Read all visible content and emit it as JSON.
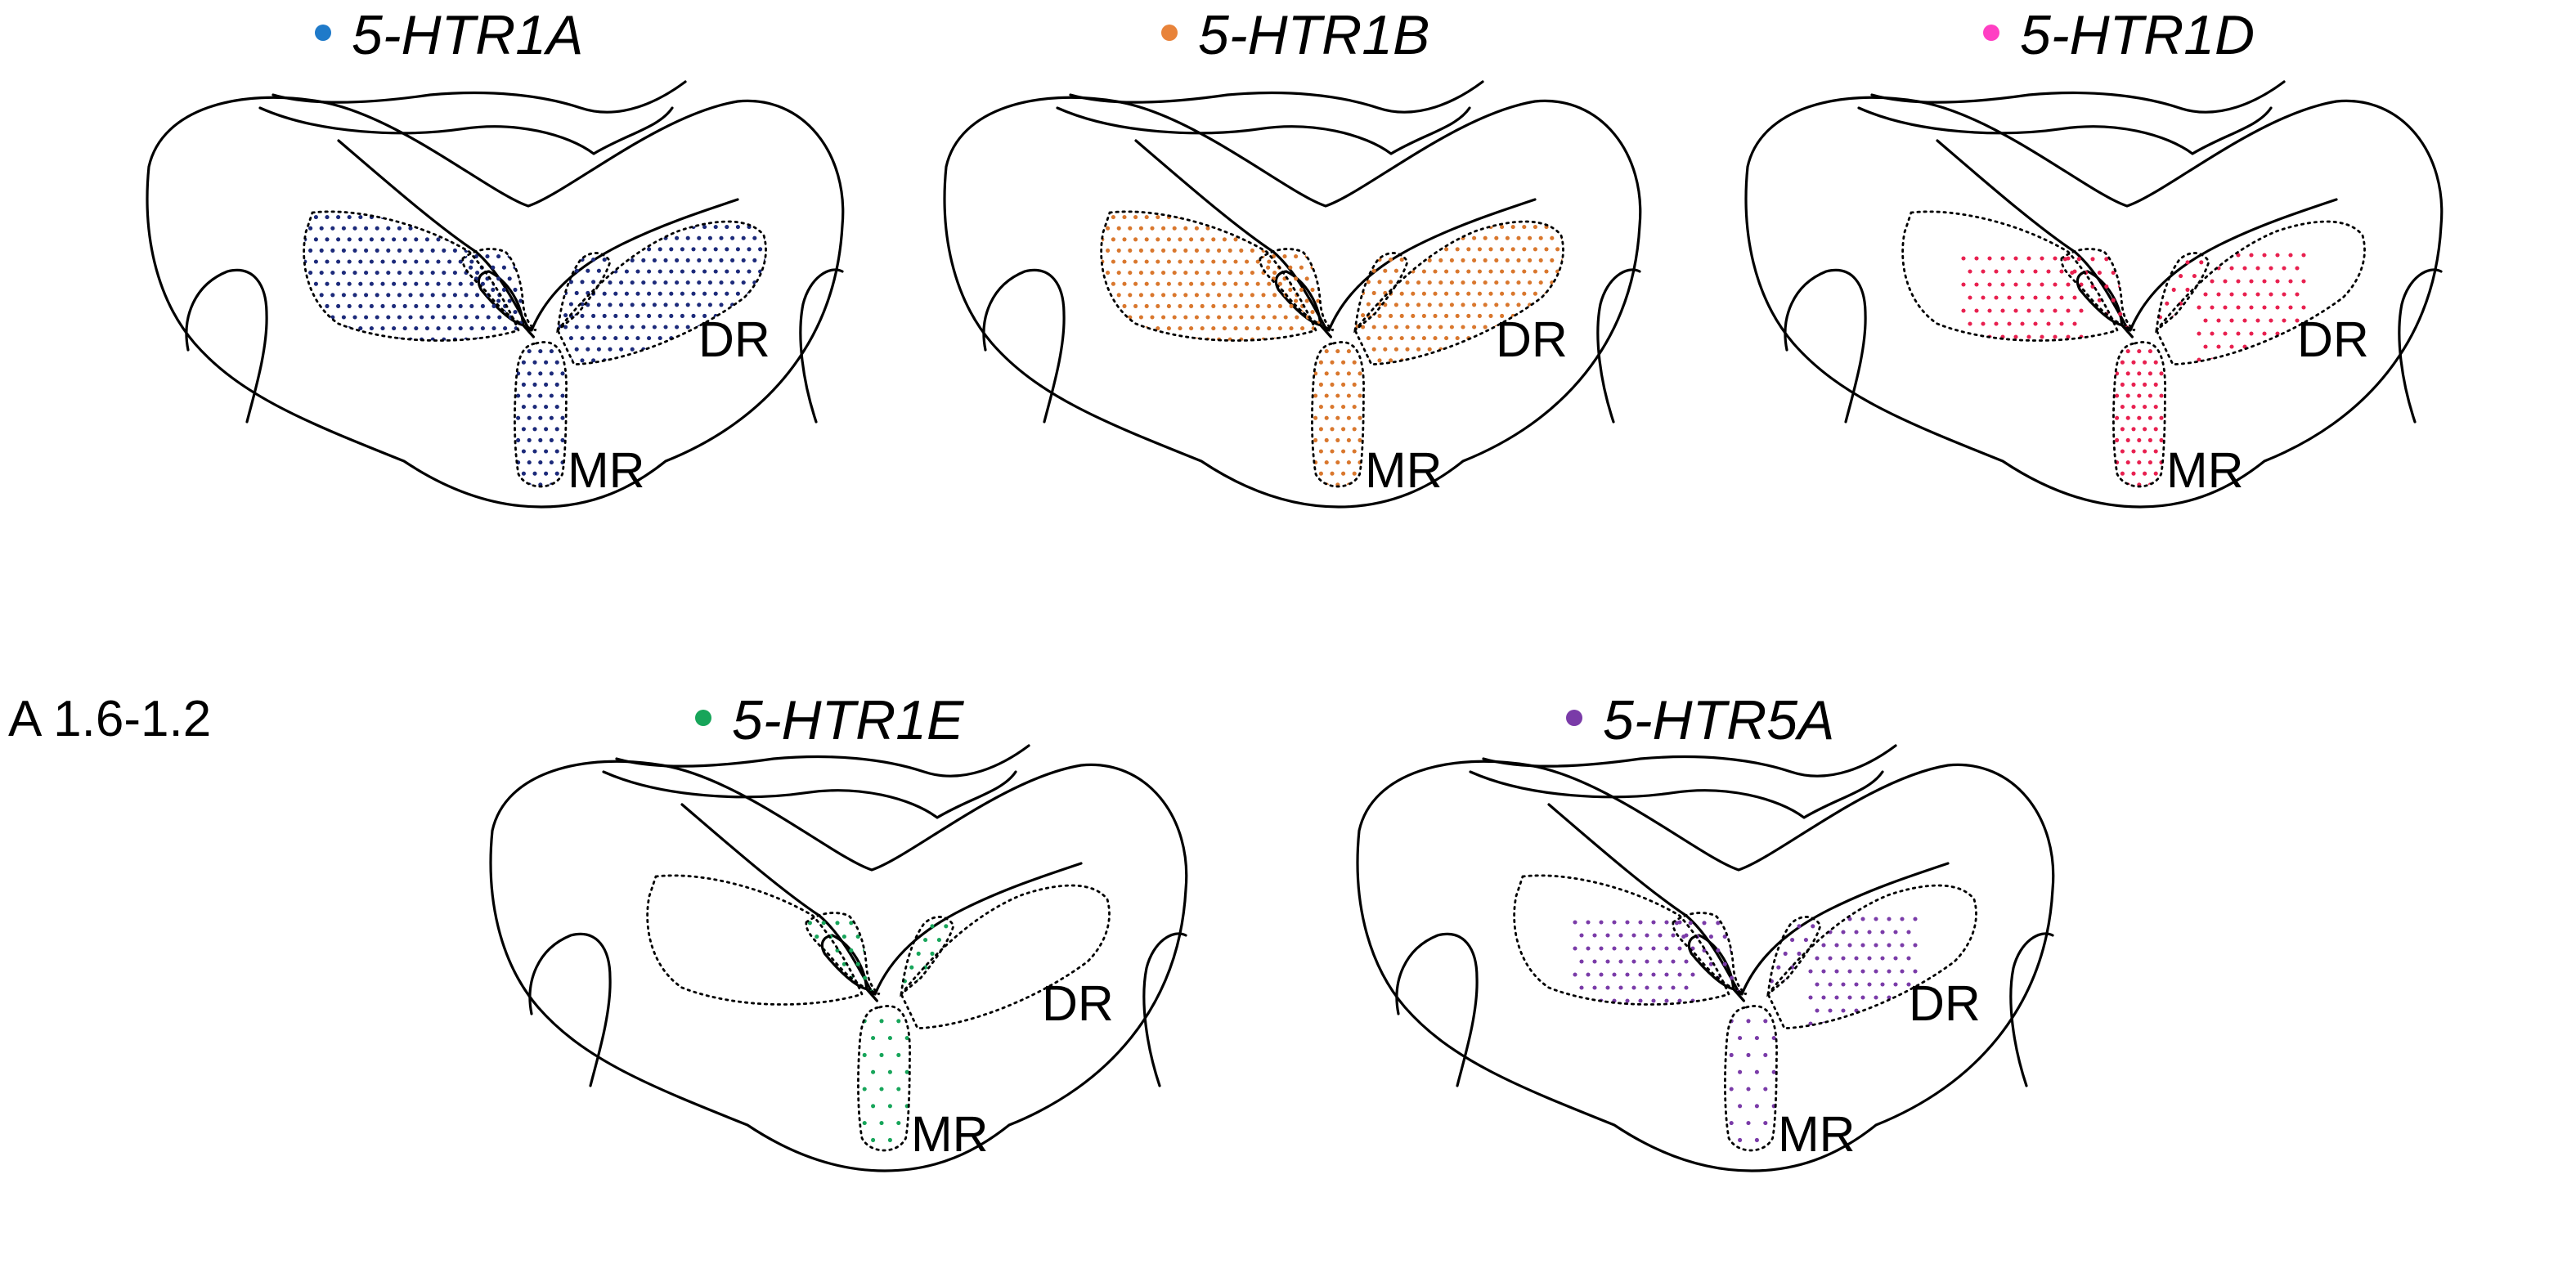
{
  "section_label": "A 1.6-1.2",
  "region_labels": {
    "dorsal": "DR",
    "median": "MR"
  },
  "panels": [
    {
      "gene": "5-HTR1A",
      "color": "#1f7ac9",
      "dot_color": "#1c2a7a",
      "expression": {
        "dr_wings": "dense",
        "dr_upper": "dense",
        "mr": "dense"
      }
    },
    {
      "gene": "5-HTR1B",
      "color": "#e8833a",
      "dot_color": "#d9772d",
      "expression": {
        "dr_wings": "dense",
        "dr_upper": "dense",
        "mr": "dense"
      }
    },
    {
      "gene": "5-HTR1D",
      "color": "#ff3fc3",
      "dot_color": "#e8204f",
      "expression": {
        "dr_wings": "partial",
        "dr_upper": "medium",
        "mr": "dense"
      }
    },
    {
      "gene": "5-HTR1E",
      "color": "#17a55a",
      "dot_color": "#17a55a",
      "expression": {
        "dr_wings": "none",
        "dr_upper": "medium",
        "mr": "sparse"
      }
    },
    {
      "gene": "5-HTR5A",
      "color": "#7a3ba8",
      "dot_color": "#7a3ba8",
      "expression": {
        "dr_wings": "partial",
        "dr_upper": "medium",
        "mr": "sparse"
      }
    }
  ]
}
